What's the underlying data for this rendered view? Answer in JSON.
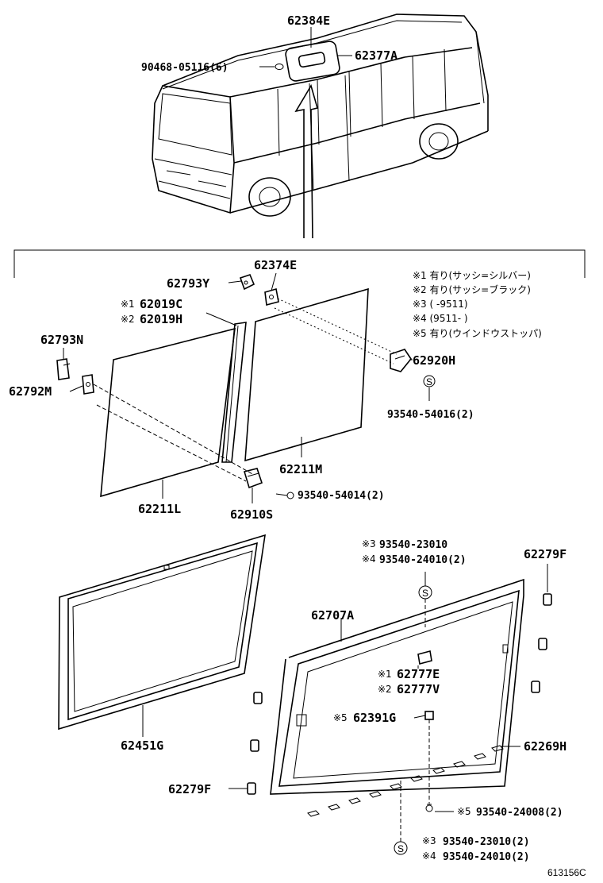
{
  "labels": {
    "p62384E": "62384E",
    "p62377A": "62377A",
    "p90468": "90468-05116(6)",
    "p62374E": "62374E",
    "p62793Y": "62793Y",
    "p62019C": "62019C",
    "p62019H": "62019H",
    "p62793N": "62793N",
    "p62792M": "62792M",
    "p62920H": "62920H",
    "p93540_54016": "93540-54016(2)",
    "p62211M": "62211M",
    "p62211L": "62211L",
    "p62910S": "62910S",
    "p93540_54014": "93540-54014(2)",
    "p93540_23010a": "93540-23010",
    "p93540_24010a": "93540-24010(2)",
    "p62279F_a": "62279F",
    "p62707A": "62707A",
    "p62777E": "62777E",
    "p62777V": "62777V",
    "p62391G": "62391G",
    "p62451G": "62451G",
    "p62269H": "62269H",
    "p62279F_b": "62279F",
    "p93540_24008": "93540-24008(2)",
    "p93540_23010b": "93540-23010(2)",
    "p93540_24010b": "93540-24010(2)"
  },
  "marks": {
    "m1": "※1",
    "m2": "※2",
    "m3": "※3",
    "m4": "※4",
    "m5": "※5",
    "s": "S"
  },
  "notes": [
    "※1 有り(サッシ=シルバー)",
    "※2 有り(サッシ=ブラック)",
    "※3 (      -9511)",
    "※4 (9511-      )",
    "※5 有り(ウインドウストッパ)"
  ],
  "figure_id": "613156C"
}
